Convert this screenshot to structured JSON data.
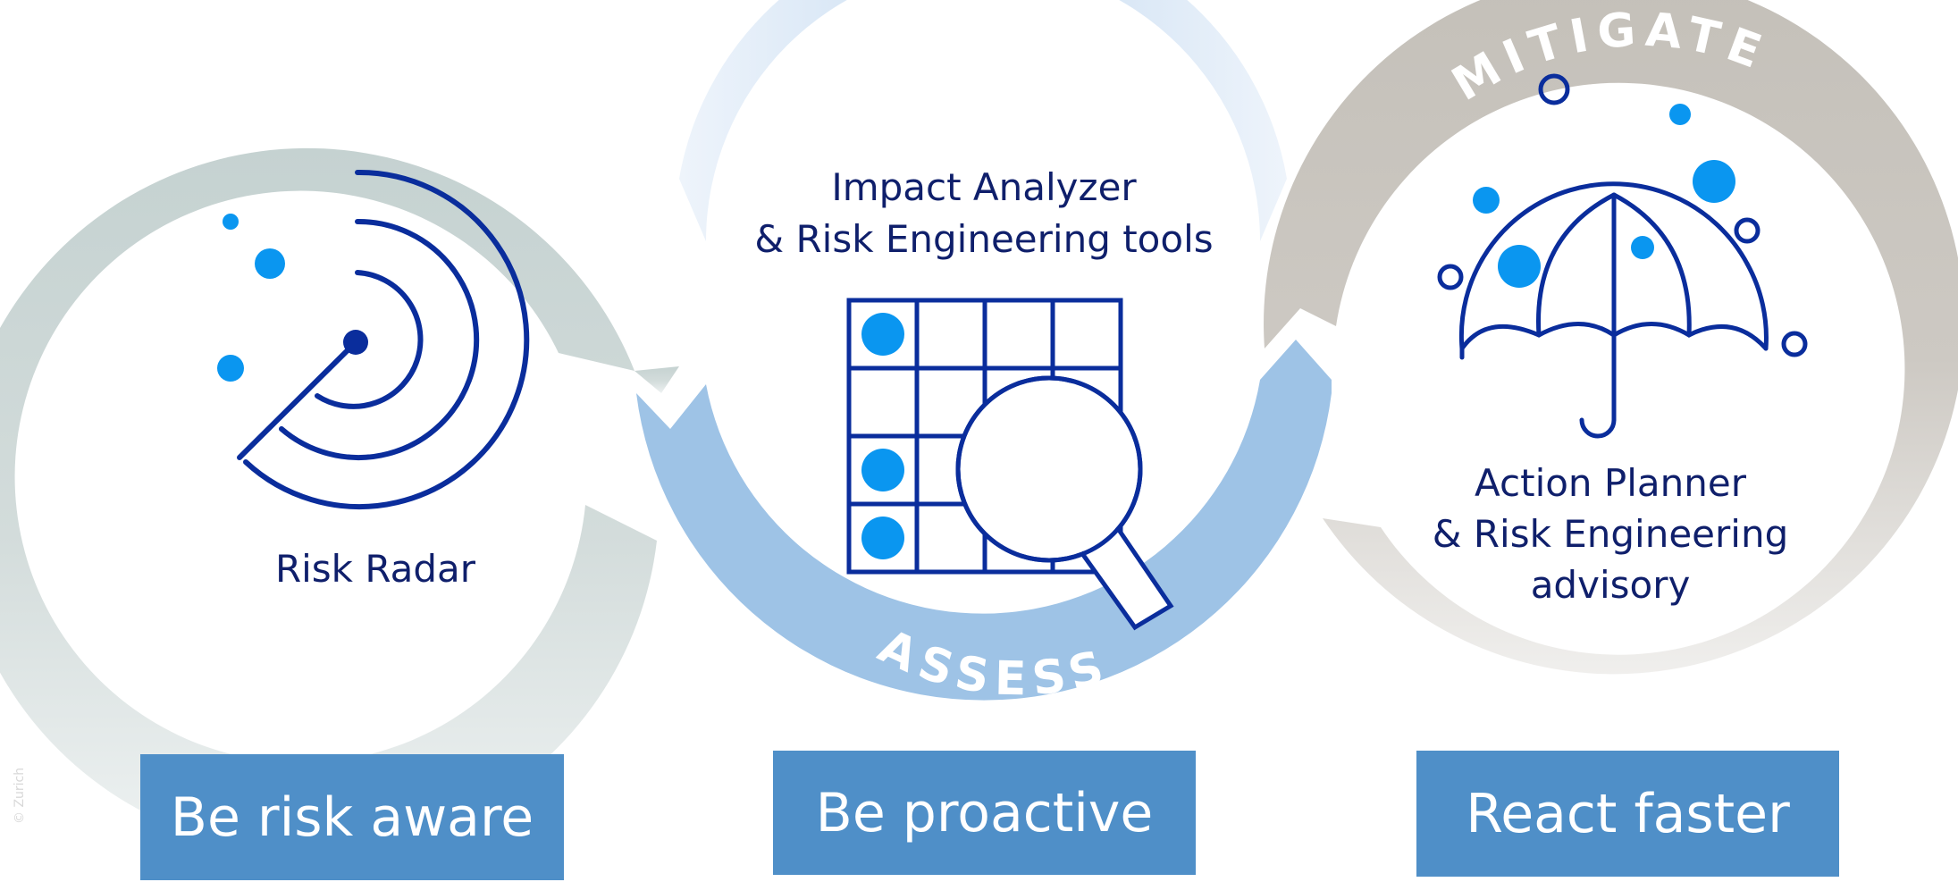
{
  "stages": [
    {
      "ring_title": "IDENTIFY",
      "tool_lines": [
        "Risk Radar"
      ],
      "benefit": "Be risk aware",
      "icon": "radar-icon",
      "ring_color": "#cbd5d4"
    },
    {
      "ring_title": "ASSESS",
      "tool_lines": [
        "Impact Analyzer",
        "& Risk Engineering tools"
      ],
      "benefit": "Be proactive",
      "icon": "magnifier-grid-icon",
      "ring_color": "#9ec3e6"
    },
    {
      "ring_title": "MITIGATE",
      "tool_lines": [
        "Action Planner",
        "& Risk Engineering",
        "advisory"
      ],
      "benefit": "React faster",
      "icon": "umbrella-icon",
      "ring_color": "#c6c2bb"
    }
  ],
  "colors": {
    "icon_stroke": "#0a2d9c",
    "dot_fill": "#0a96f0",
    "label_text": "#0f1f6b",
    "benefit_box": "#4f8fc8"
  },
  "copyright": "© Zurich"
}
